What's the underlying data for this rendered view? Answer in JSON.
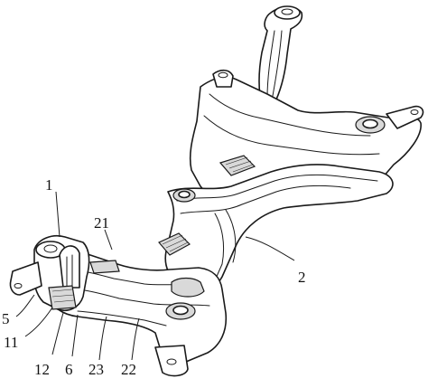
{
  "callouts": [
    {
      "id": "c1",
      "text": "1"
    },
    {
      "id": "c21",
      "text": "21"
    },
    {
      "id": "c2",
      "text": "2"
    },
    {
      "id": "c5",
      "text": "5"
    },
    {
      "id": "c11",
      "text": "11"
    },
    {
      "id": "c12",
      "text": "12"
    },
    {
      "id": "c6",
      "text": "6"
    },
    {
      "id": "c23",
      "text": "23"
    },
    {
      "id": "c22",
      "text": "22"
    }
  ]
}
